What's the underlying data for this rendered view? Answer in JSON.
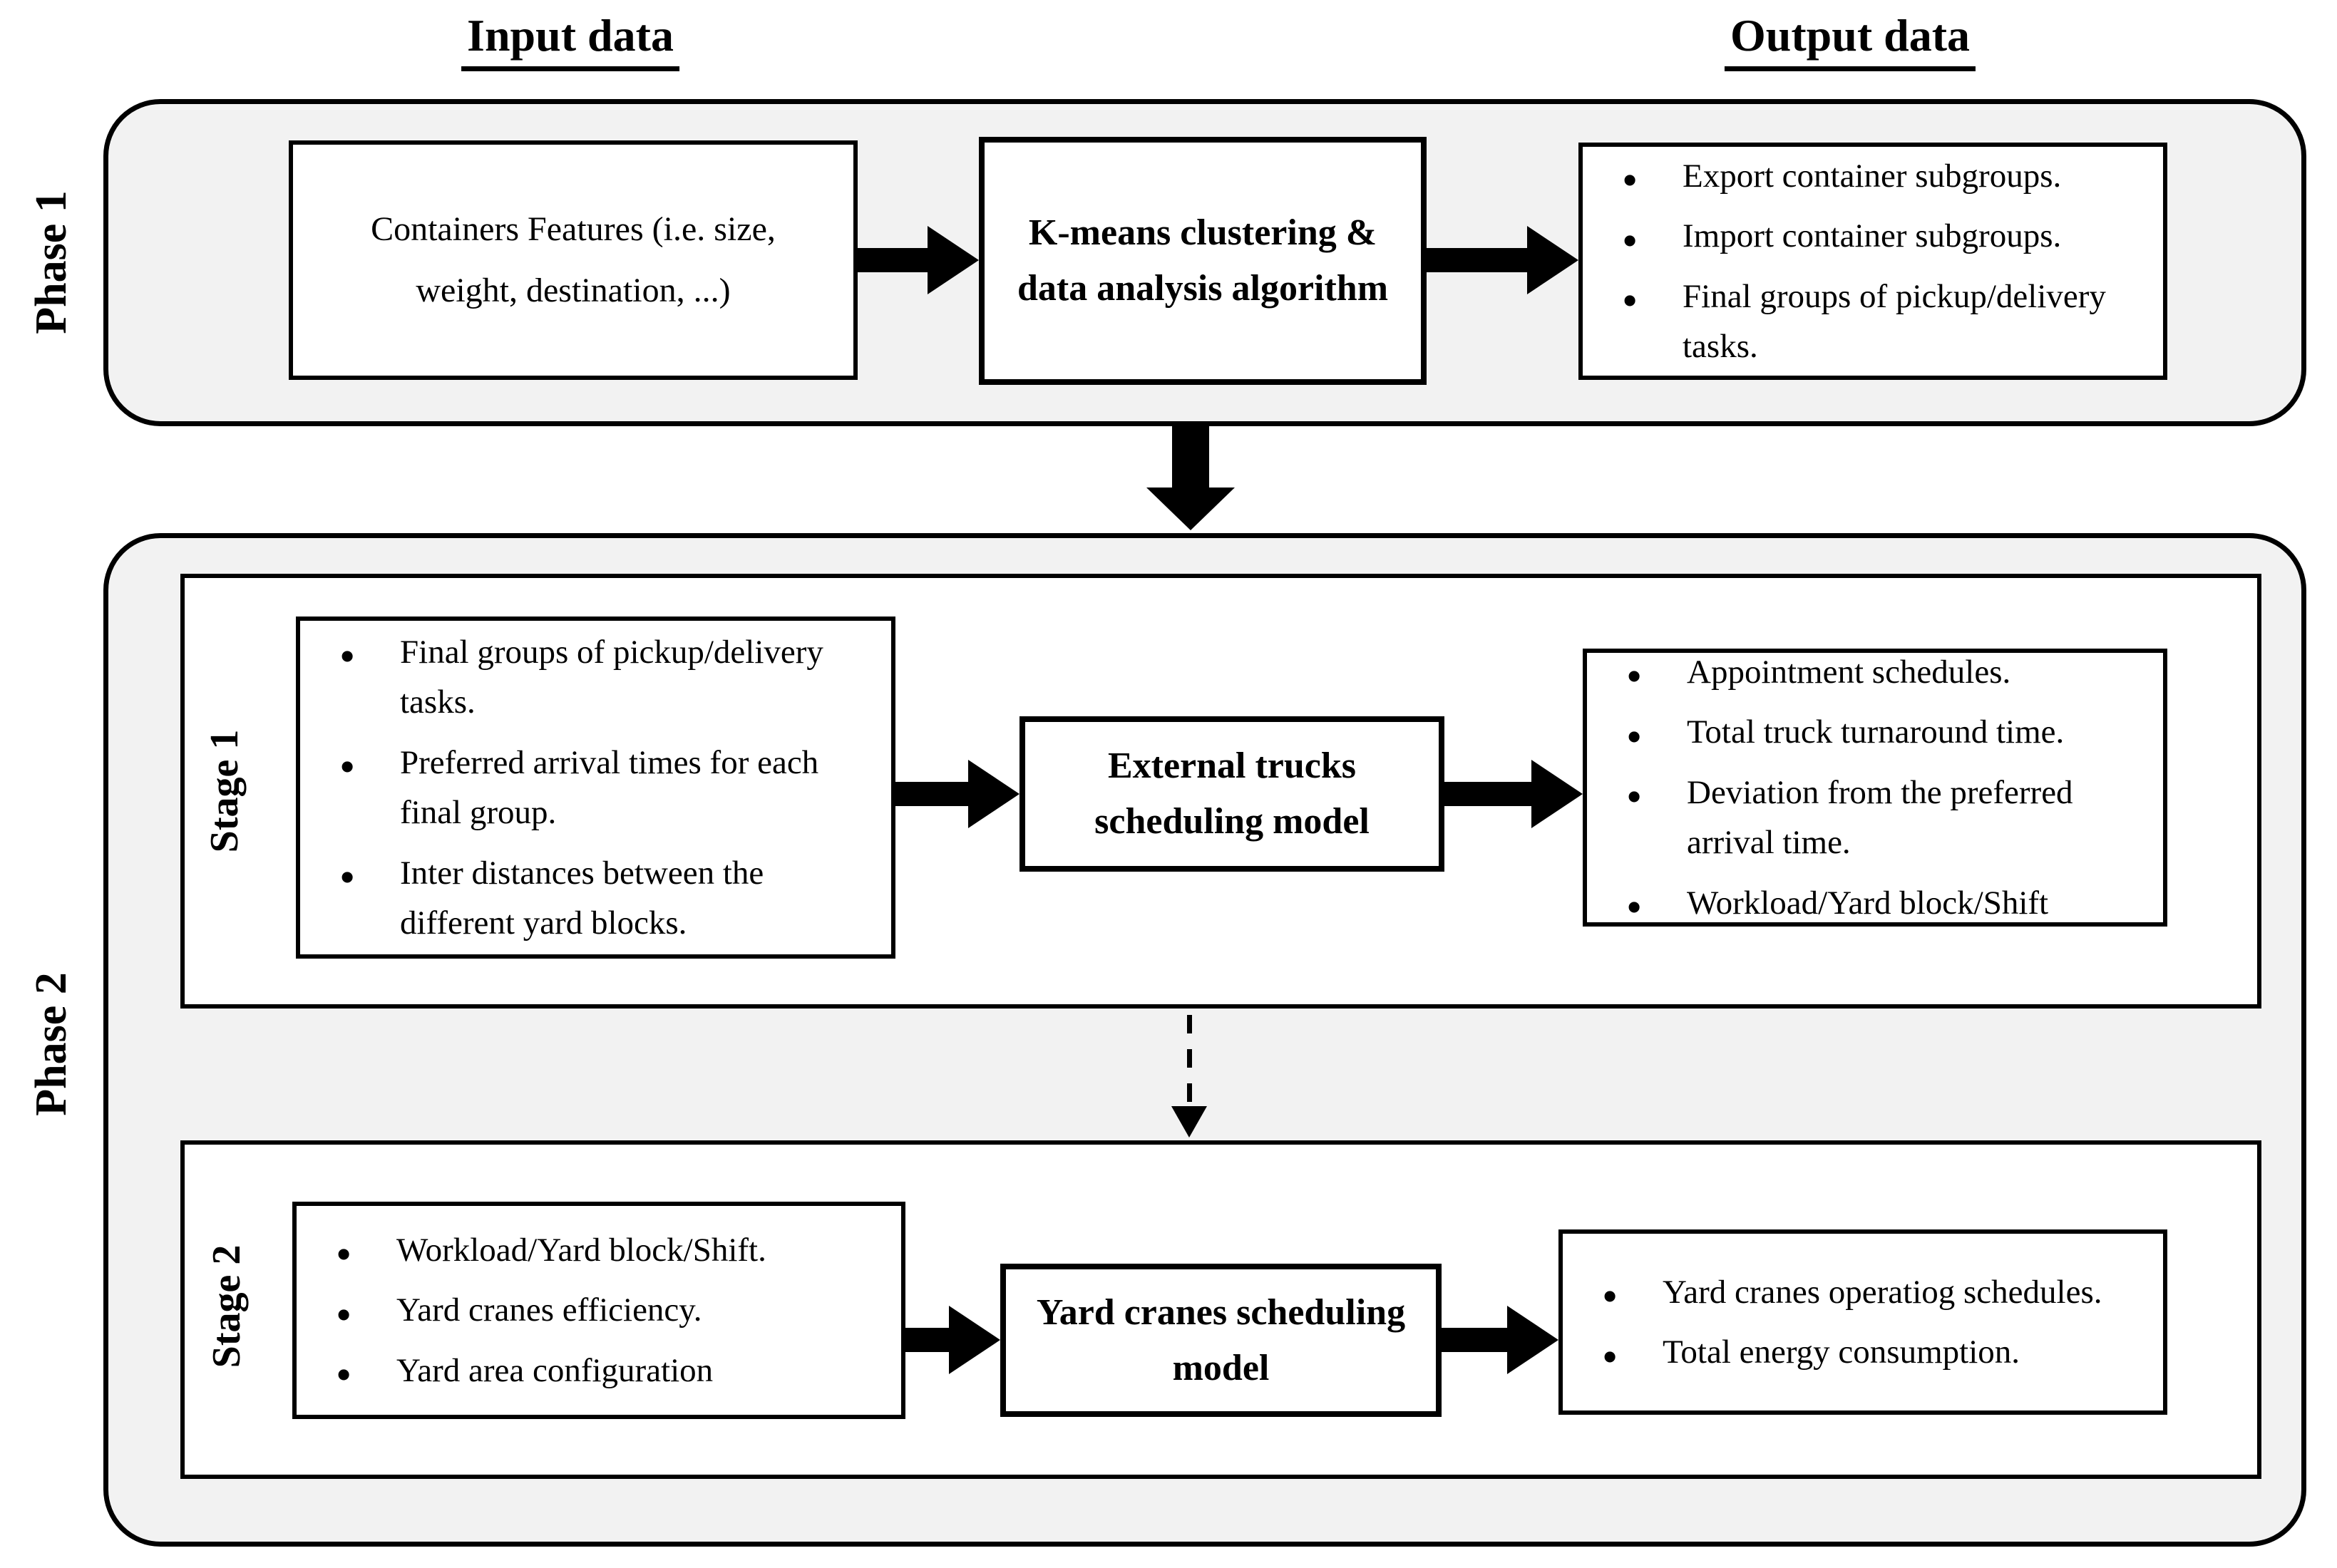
{
  "headings": {
    "input": "Input data",
    "output": "Output data"
  },
  "colors": {
    "panel_fill": "#f2f2f2",
    "box_fill": "#ffffff",
    "line": "#000000"
  },
  "phase1": {
    "label": "Phase 1",
    "input_box": {
      "text": "Containers Features (i.e. size, weight, destination, ...)"
    },
    "model_box": {
      "text": "K-means clustering & data analysis algorithm"
    },
    "output_box": {
      "items": [
        "Export container subgroups.",
        "Import container subgroups.",
        "Final groups of pickup/delivery tasks."
      ]
    }
  },
  "phase2": {
    "label": "Phase 2",
    "stage1": {
      "label": "Stage 1",
      "input_box": {
        "items": [
          "Final groups of pickup/delivery tasks.",
          "Preferred arrival times for each final group.",
          "Inter distances between the different yard blocks."
        ]
      },
      "model_box": {
        "text": "External trucks scheduling model"
      },
      "output_box": {
        "items": [
          "Appointment schedules.",
          "Total truck turnaround time.",
          "Deviation from the preferred arrival time.",
          "Workload/Yard block/Shift"
        ]
      }
    },
    "stage2": {
      "label": "Stage 2",
      "input_box": {
        "items": [
          "Workload/Yard block/Shift.",
          "Yard cranes efficiency.",
          "Yard area configuration"
        ]
      },
      "model_box": {
        "text": "Yard cranes scheduling model"
      },
      "output_box": {
        "items": [
          "Yard cranes operatiog schedules.",
          "Total energy consumption."
        ]
      }
    }
  }
}
